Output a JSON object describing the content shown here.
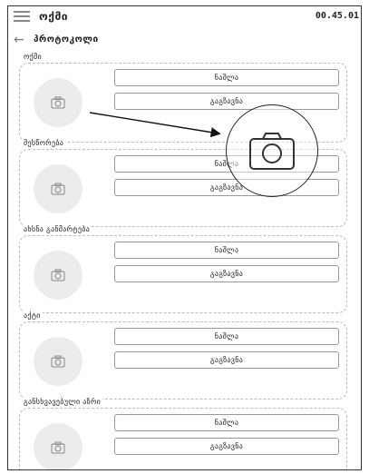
{
  "header": {
    "title": "ოქმი",
    "time": "00.45.01",
    "menu_icon": "hamburger-icon"
  },
  "nav": {
    "back_icon": "arrow-left-icon",
    "subtitle": "პროტოკოლი"
  },
  "sections": [
    {
      "label": "ოქმი",
      "open_label": "ნაშლა",
      "send_label": "გაგზავნა"
    },
    {
      "label": "შესწორება",
      "open_label": "ნაშლა",
      "send_label": "გაგზავნა"
    },
    {
      "label": "ახსნა განმარტება",
      "open_label": "ნაშლა",
      "send_label": "გაგზავნა"
    },
    {
      "label": "აქტი",
      "open_label": "ნაშლა",
      "send_label": "გაგზავნა"
    },
    {
      "label": "განსხვავებული აზრი",
      "open_label": "ნაშლა",
      "send_label": "გაგზავნა"
    }
  ],
  "photo_icon": "camera-icon",
  "colors": {
    "border": "#333333",
    "dashed": "#bbbbbb",
    "photo_bg": "#ececec"
  }
}
